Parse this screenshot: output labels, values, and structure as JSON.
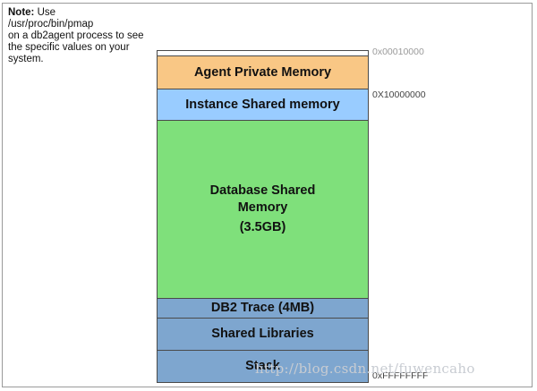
{
  "note": {
    "label": "Note:",
    "text_first": " Use",
    "lines": [
      "/usr/proc/bin/pmap",
      "on a db2agent process to see",
      "the specific values on your",
      "system."
    ]
  },
  "segments": {
    "agent": "Agent Private Memory",
    "instance": "Instance Shared memory",
    "database_line1": "Database Shared",
    "database_line2": "Memory",
    "database_size": "(3.5GB)",
    "trace": "DB2 Trace (4MB)",
    "libs": "Shared Libraries",
    "stack": "Stack"
  },
  "addresses": {
    "start": "0x00010000",
    "instance": "0X10000000",
    "end": "0xFFFFFFFF"
  },
  "watermark": "http://blog.csdn.net/fuwencaho"
}
